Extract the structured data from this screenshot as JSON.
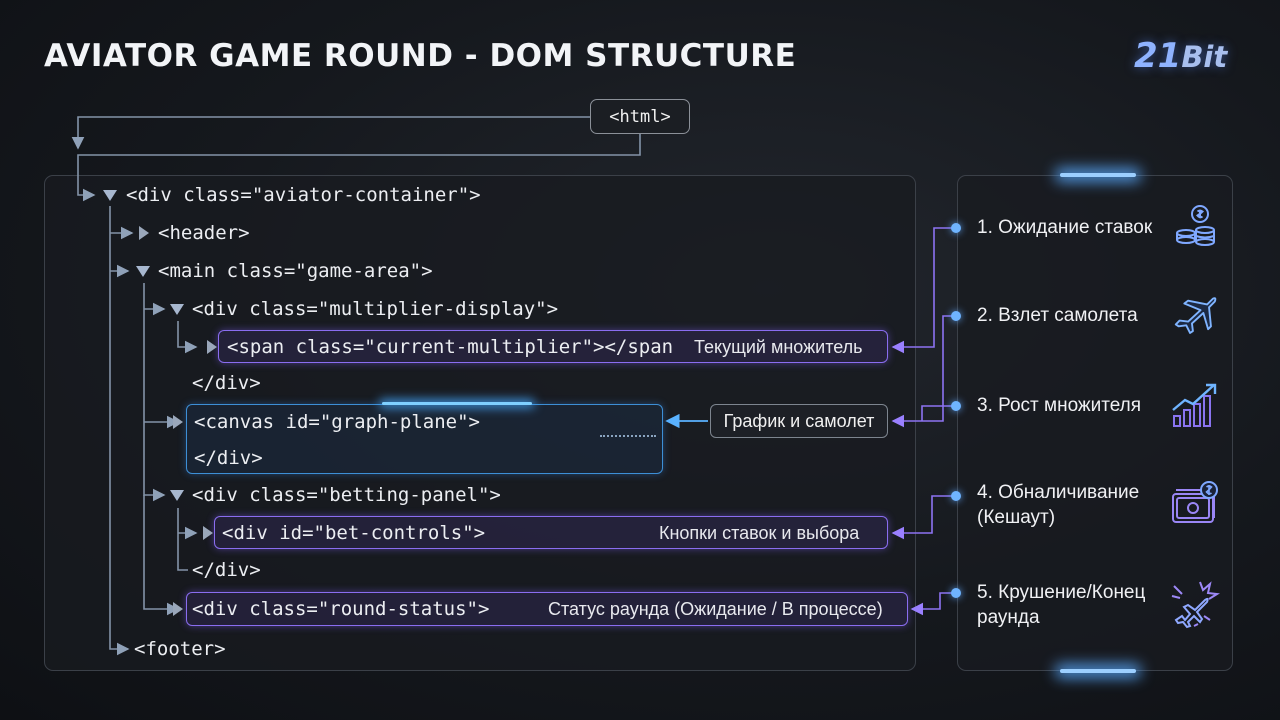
{
  "title": "AVIATOR GAME ROUND - DOM STRUCTURE",
  "logo": {
    "number": "21",
    "word": "Bit"
  },
  "root_node": "<html>",
  "tree": {
    "container": "<div class=\"aviator-container\">",
    "header": "<header>",
    "main": "<main class=\"game-area\">",
    "multiplier_display": "<div class=\"multiplier-display\">",
    "current_multiplier": "<span class=\"current-multiplier\"></span",
    "multiplier_close": "</div>",
    "canvas": "<canvas id=\"graph-plane\">",
    "canvas_close": "</div>",
    "betting_panel": "<div class=\"betting-panel\">",
    "bet_controls": "<div id=\"bet-controls\">",
    "betting_close": "</div>",
    "round_status": "<div class=\"round-status\">",
    "footer": "<footer>"
  },
  "annotations": {
    "current_multiplier": "Текущий множитель",
    "canvas": "График и самолет",
    "bet_controls": "Кнопки ставок и выбора",
    "round_status": "Статус раунда (Ожидание / В процессе)"
  },
  "steps": [
    {
      "label": "1. Ожидание ставок",
      "icon": "coins-icon"
    },
    {
      "label": "2. Взлет самолета",
      "icon": "airplane-icon"
    },
    {
      "label": "3. Рост множителя",
      "icon": "growth-chart-icon"
    },
    {
      "label": "4. Обналичивание (Кешаут)",
      "icon": "cash-icon"
    },
    {
      "label": "5. Крушение/Конец раунда",
      "icon": "crash-icon"
    }
  ],
  "colors": {
    "accent_blue": "#6fb4ff",
    "accent_purple": "#8a6df0",
    "connector": "#9aa7ba"
  }
}
